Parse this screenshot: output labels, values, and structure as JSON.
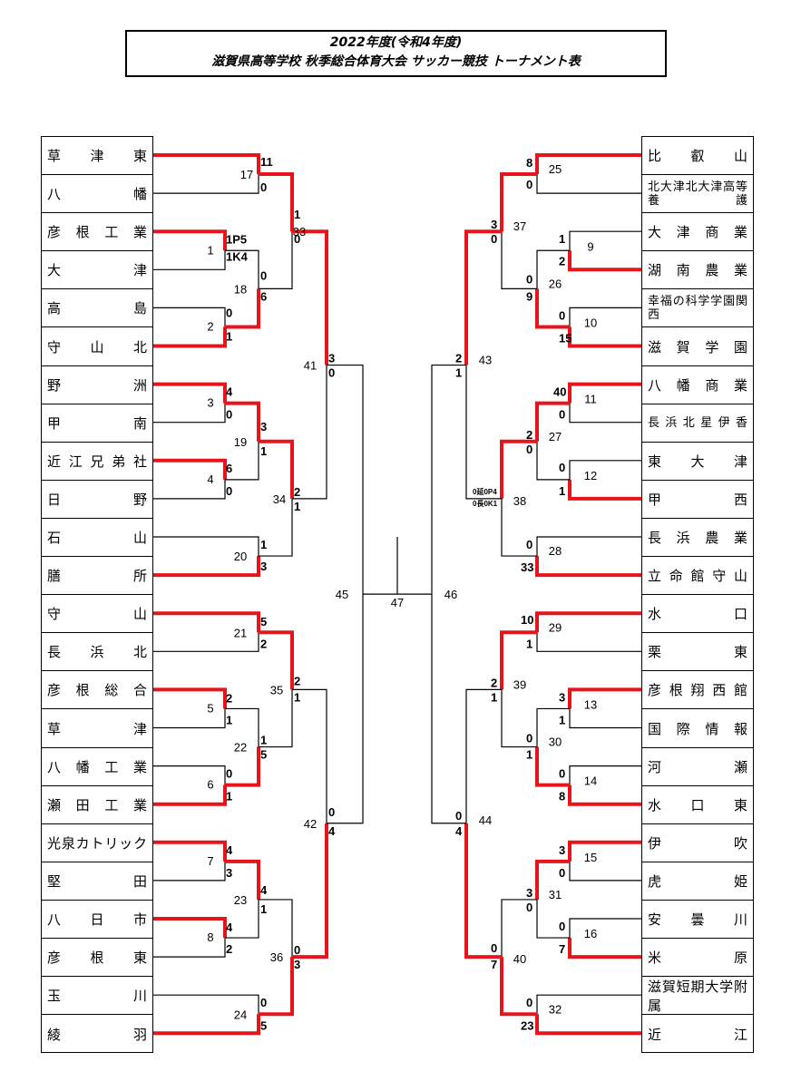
{
  "title": {
    "line1": "2022年度(令和4年度)",
    "line2": "滋賀県高等学校 秋季総合体育大会 サッカー競技 トーナメント表"
  },
  "left_teams": [
    "草津東",
    "八幡",
    "彦根工業",
    "大津",
    "高島",
    "守山北",
    "野洲",
    "甲南",
    "近江兄弟社",
    "日野",
    "石山",
    "膳所",
    "守山",
    "長浜北",
    "彦根総合",
    "草津",
    "八幡工業",
    "瀬田工業",
    "光泉カトリック",
    "堅田",
    "八日市",
    "彦根東",
    "玉川",
    "綾羽"
  ],
  "right_teams": [
    "比叡山",
    "北大津\n北大津高等養護",
    "大津商業",
    "湖南農業",
    "幸福の科学学\n園関西",
    "滋賀学園",
    "八幡商業",
    "長浜北星\n伊香",
    "東大津",
    "甲西",
    "長浜農業",
    "立命館守山",
    "水口",
    "栗東",
    "彦根翔西館",
    "国際情報",
    "河瀬",
    "水口東",
    "伊吹",
    "虎姫",
    "安曇川",
    "米原",
    "滋賀短期大学附属",
    "近江"
  ],
  "match_numbers": {
    "left": [
      "17",
      "1",
      "18",
      "2",
      "33",
      "3",
      "19",
      "4",
      "34",
      "20",
      "41",
      "21",
      "5",
      "35",
      "22",
      "6",
      "23",
      "7",
      "36",
      "8",
      "24",
      "42"
    ],
    "right": [
      "25",
      "37",
      "9",
      "26",
      "10",
      "43",
      "11",
      "27",
      "12",
      "38",
      "28",
      "29",
      "39",
      "13",
      "30",
      "14",
      "44",
      "15",
      "31",
      "16",
      "40",
      "32"
    ],
    "center": [
      "45",
      "47",
      "46"
    ]
  },
  "scores": {
    "left": [
      "11",
      "0",
      "1P5",
      "1K4",
      "0",
      "6",
      "0",
      "1",
      "1",
      "0",
      "4",
      "0",
      "3",
      "1",
      "6",
      "0",
      "2",
      "1",
      "1",
      "3",
      "3",
      "0",
      "5",
      "2",
      "2",
      "1",
      "2",
      "1",
      "0",
      "1",
      "1",
      "5",
      "4",
      "3",
      "4",
      "1",
      "4",
      "2",
      "0",
      "3",
      "0",
      "5",
      "0",
      "4"
    ],
    "right": [
      "8",
      "0",
      "3",
      "0",
      "1",
      "2",
      "0",
      "9",
      "0",
      "15",
      "2",
      "1",
      "40",
      "0",
      "2",
      "0",
      "0",
      "1",
      "0延0P4",
      "0長0K1",
      "0",
      "33",
      "10",
      "1",
      "2",
      "1",
      "3",
      "1",
      "0",
      "1",
      "0",
      "8",
      "0",
      "4",
      "3",
      "0",
      "3",
      "0",
      "0",
      "7",
      "0",
      "7",
      "0",
      "23"
    ]
  },
  "colors": {
    "winner_line": "#e8141c",
    "line": "#000000"
  }
}
